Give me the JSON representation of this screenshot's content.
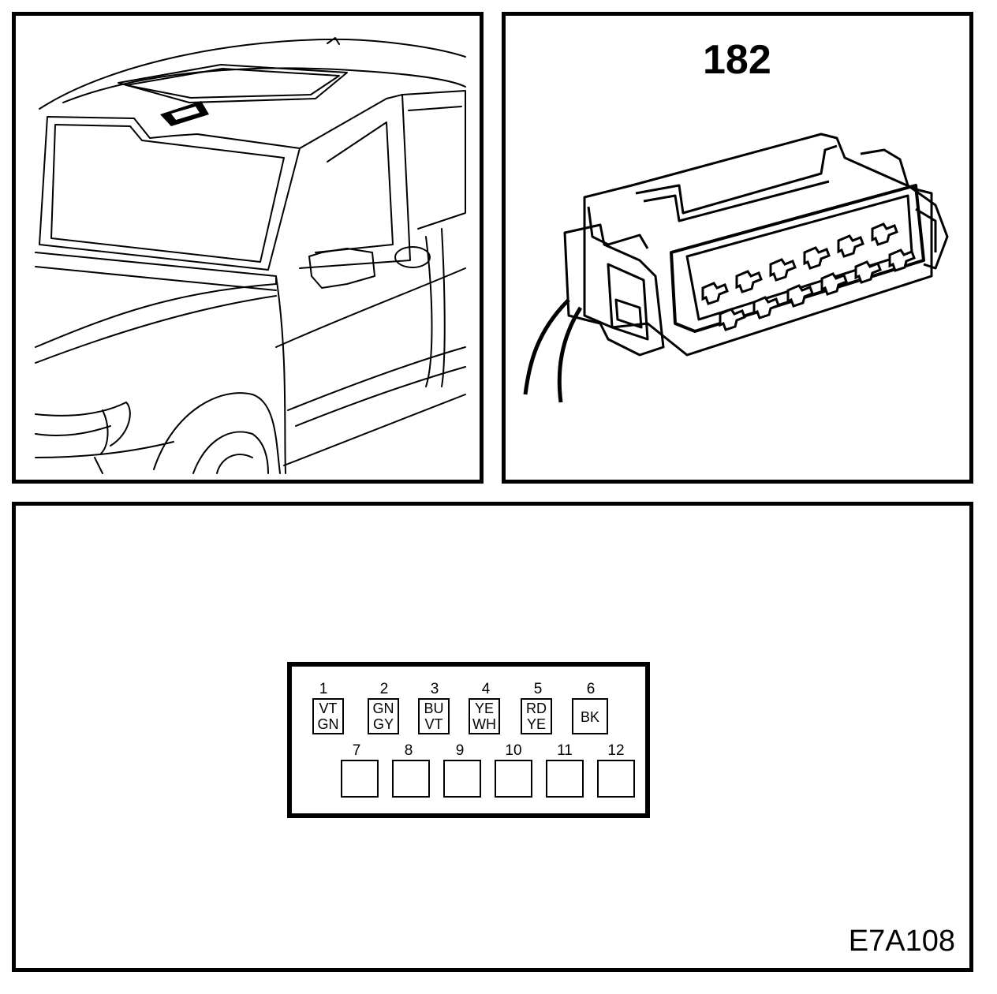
{
  "connector": {
    "number": "182"
  },
  "figure_code": "E7A108",
  "pins": [
    {
      "num": "1",
      "color1": "VT",
      "color2": "GN"
    },
    {
      "num": "2",
      "color1": "GN",
      "color2": "GY"
    },
    {
      "num": "3",
      "color1": "BU",
      "color2": "VT"
    },
    {
      "num": "4",
      "color1": "YE",
      "color2": "WH"
    },
    {
      "num": "5",
      "color1": "RD",
      "color2": "YE"
    },
    {
      "num": "6",
      "color1": "BK",
      "color2": ""
    },
    {
      "num": "7"
    },
    {
      "num": "8"
    },
    {
      "num": "9"
    },
    {
      "num": "10"
    },
    {
      "num": "11"
    },
    {
      "num": "12"
    }
  ]
}
